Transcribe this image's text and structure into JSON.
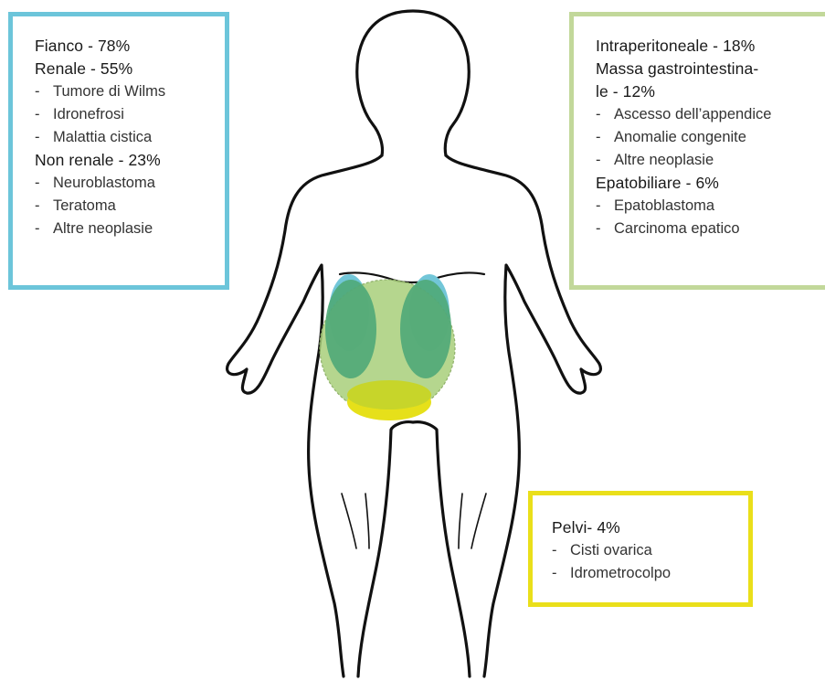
{
  "colors": {
    "flank_border": "#6cc5da",
    "intraperitoneal_border": "#c2d89a",
    "pelvis_border": "#eadf1a",
    "renal_region": "#72c6d8",
    "intraperitoneal_region": "#a8cf7a",
    "kidney_region": "#4fa878",
    "pelvic_region": "#e6e01a"
  },
  "flank_box": {
    "title": "Fianco - 78%",
    "renal_heading": "Renale - 55%",
    "renal_items": [
      "Tumore di Wilms",
      "Idronefrosi",
      "Malattia cistica"
    ],
    "nonrenal_heading": "Non renale - 23%",
    "nonrenal_items": [
      "Neuroblastoma",
      "Teratoma",
      "Altre neoplasie"
    ]
  },
  "intraperitoneal_box": {
    "title": "Intraperitoneale - 18%",
    "gi_heading_line1": "Massa gastrointestina-",
    "gi_heading_line2": "le - 12%",
    "gi_items": [
      "Ascesso dell’appendice",
      "Anomalie congenite",
      "Altre neoplasie"
    ],
    "hepato_heading": "Epatobiliare - 6%",
    "hepato_items": [
      "Epatoblastoma",
      "Carcinoma epatico"
    ]
  },
  "pelvis_box": {
    "title": "Pelvi- 4%",
    "items": [
      "Cisti ovarica",
      "Idrometrocolpo"
    ]
  }
}
